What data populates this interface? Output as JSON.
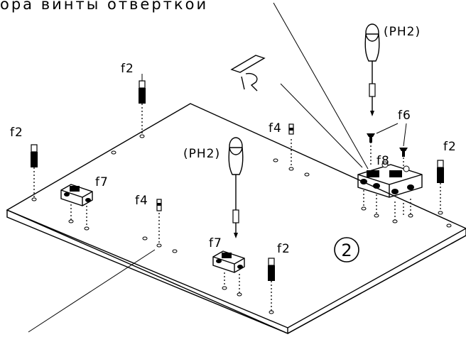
{
  "header_text": "ора винты отверткой",
  "step_number": "2",
  "labels": {
    "f2_top": "f2",
    "f2_left": "f2",
    "f2_right": "f2",
    "f2_bottom": "f2",
    "f4_top": "f4",
    "f4_mid": "f4",
    "f6": "f6",
    "f7_left": "f7",
    "f7_bottom": "f7",
    "f8": "f8",
    "ph2_top": "(PH2)",
    "ph2_mid": "(PH2)"
  }
}
